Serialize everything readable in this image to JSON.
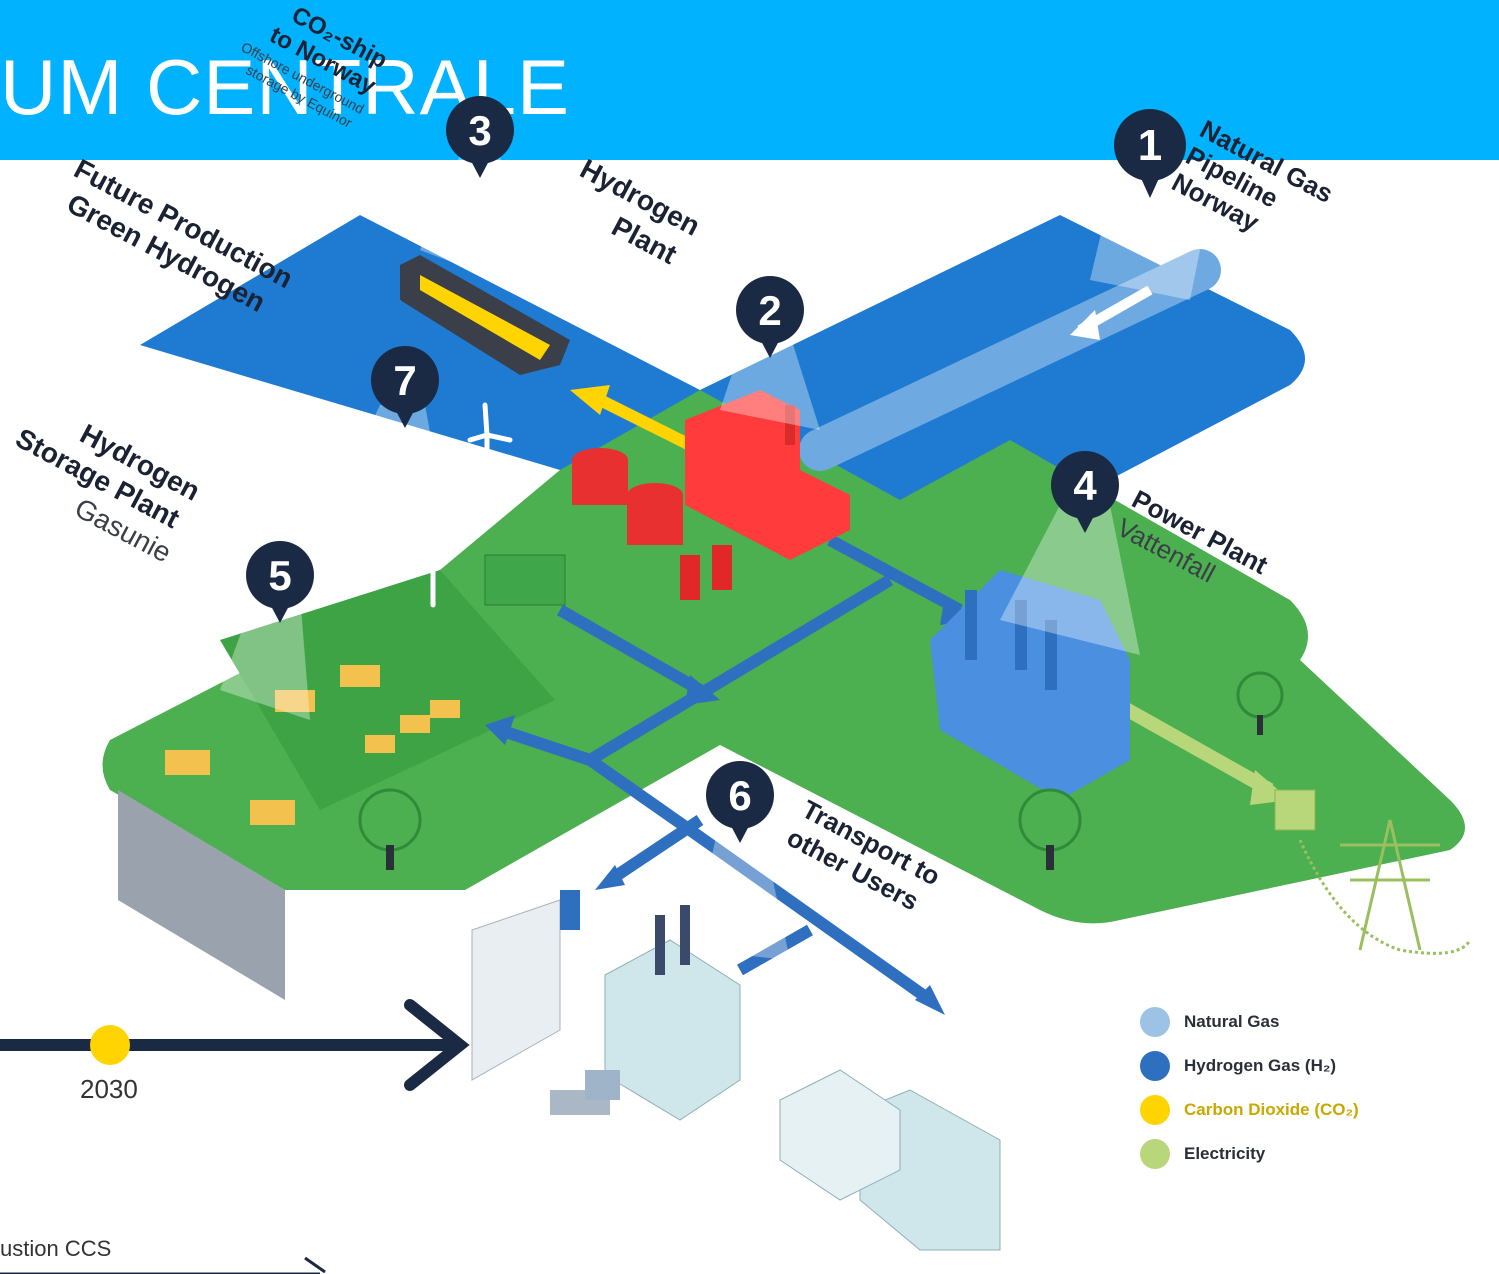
{
  "header": {
    "title": "UM CENTRALE"
  },
  "steps": [
    {
      "number": "1",
      "title_lines": [
        "Natural Gas",
        "Pipeline",
        "Norway"
      ],
      "subtitle": ""
    },
    {
      "number": "2",
      "title_lines": [
        "Hydrogen",
        "Plant"
      ],
      "subtitle": ""
    },
    {
      "number": "3",
      "title_lines": [
        "CO₂-ship",
        "to Norway"
      ],
      "subtitle_lines": [
        "Offshore underground",
        "storage by Equinor"
      ]
    },
    {
      "number": "4",
      "title_lines": [
        "Power Plant"
      ],
      "subtitle": "Vattenfall"
    },
    {
      "number": "5",
      "title_lines": [
        "Hydrogen",
        "Storage Plant"
      ],
      "subtitle": "Gasunie"
    },
    {
      "number": "6",
      "title_lines": [
        "Transport to",
        "other Users"
      ],
      "subtitle": ""
    },
    {
      "number": "7",
      "title_lines": [
        "Future Production",
        "Green Hydrogen"
      ],
      "subtitle": ""
    }
  ],
  "legend": [
    {
      "label": "Natural Gas",
      "color": "#9cc3e6"
    },
    {
      "label": "Hydrogen Gas (H₂)",
      "color": "#2f6fbf"
    },
    {
      "label": "Carbon Dioxide (CO₂)",
      "color": "#ffd400",
      "text_color": "#c9a800"
    },
    {
      "label": "Electricity",
      "color": "#b8d77a"
    }
  ],
  "timeline": {
    "year": "2030"
  },
  "footer": {
    "text": "ustion CCS"
  },
  "colors": {
    "header_blue": "#00b2ff",
    "sea_blue": "#1f7bd1",
    "land_green": "#4caf50",
    "hydrogen_arrow": "#2f6fbf",
    "co2_arrow": "#ffd400",
    "electricity_arrow": "#b8d77a",
    "badge_navy": "#1b2a44"
  }
}
